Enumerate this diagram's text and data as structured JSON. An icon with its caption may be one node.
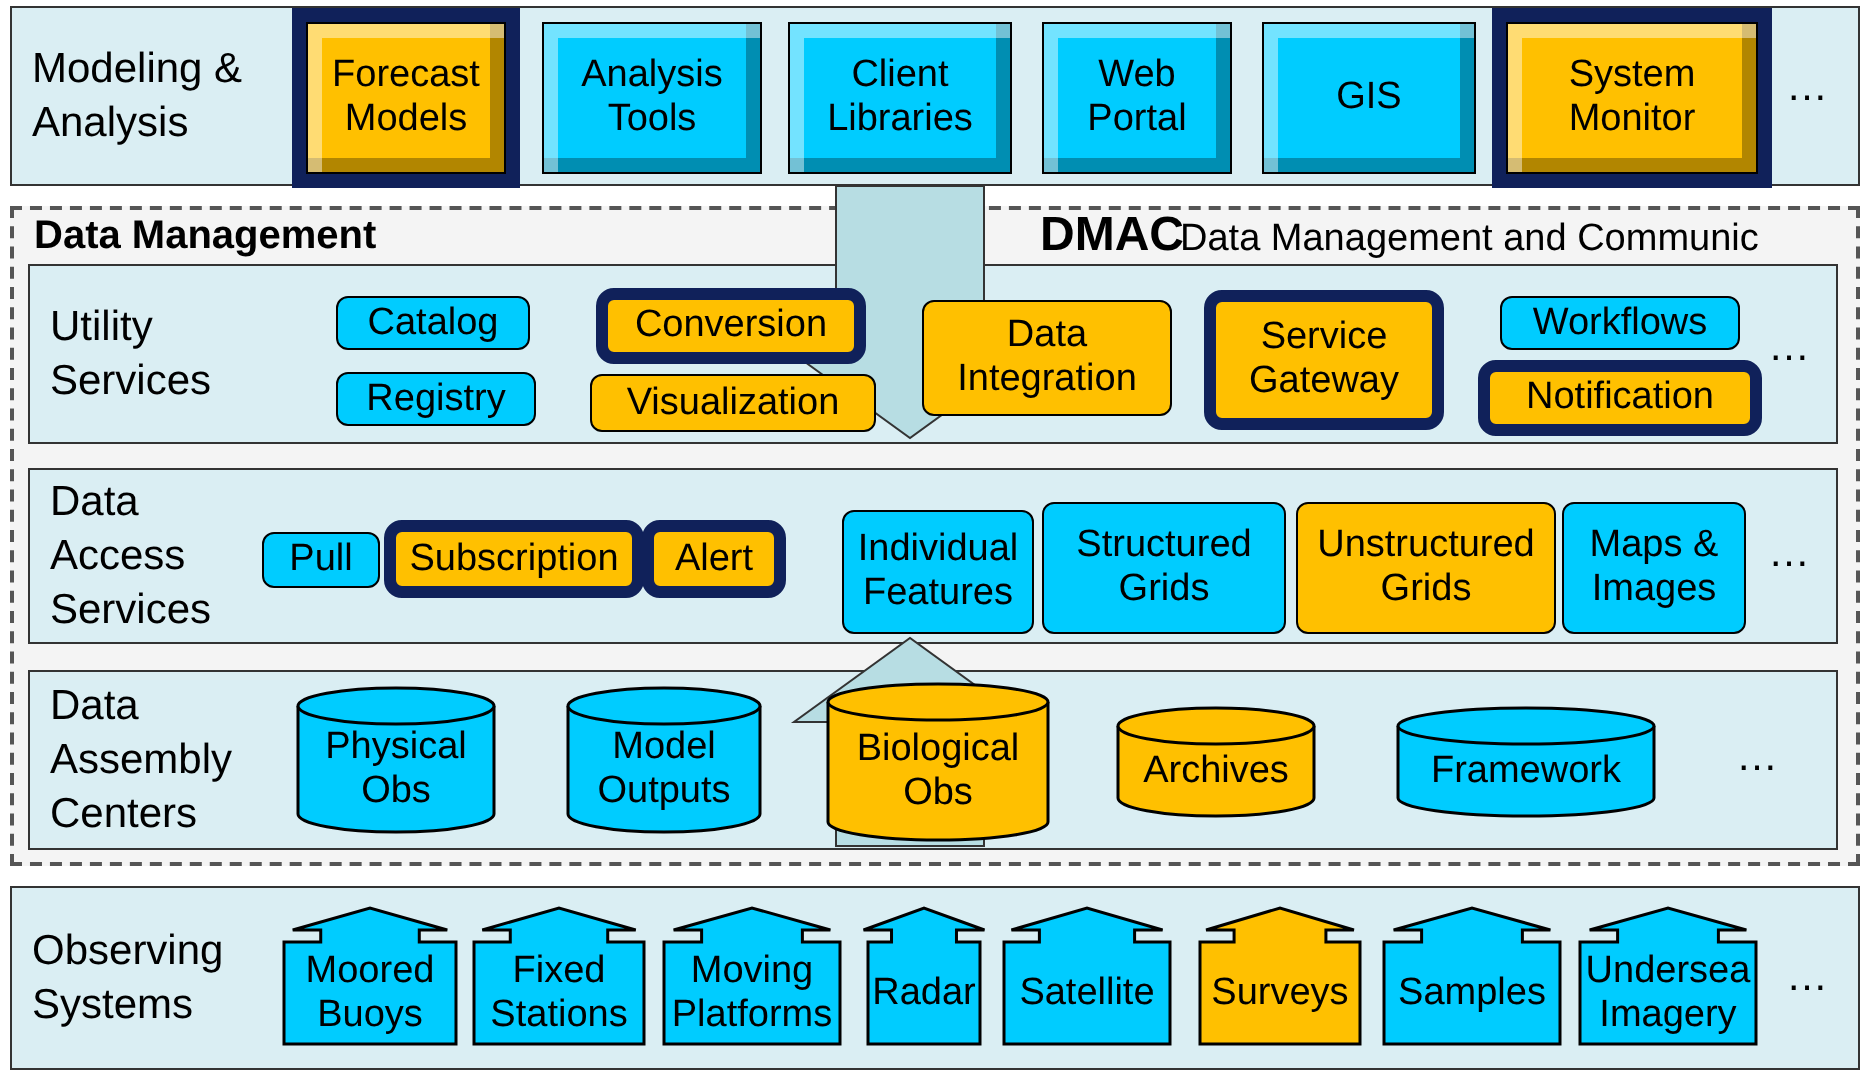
{
  "diagram": {
    "nodes": [
      {
        "text": [
          "Modeling & Analysis"
        ]
      },
      {
        "text": [
          "Forecast Models"
        ],
        "in": 0
      },
      {
        "text": [
          "Analysis Tools"
        ],
        "in": 0
      },
      {
        "text": [
          "Client Libraries"
        ],
        "in": 0
      },
      {
        "text": [
          "Web Portal"
        ],
        "in": 0
      },
      {
        "text": [
          "GIS"
        ],
        "in": 0
      },
      {
        "text": [
          "System Monitor"
        ],
        "in": 0
      },
      {
        "text": [
          "Data Management"
        ]
      },
      {
        "text": [
          "Utility Services"
        ],
        "in": 7
      },
      {
        "text": [
          "Catalog"
        ],
        "in": 8
      },
      {
        "text": [
          "Conversion"
        ],
        "in": 8
      },
      {
        "text": [
          "Registry"
        ],
        "in": 8
      },
      {
        "text": [
          "Visualization"
        ],
        "in": 8
      },
      {
        "text": [
          "Data Integration"
        ],
        "in": 8
      },
      {
        "text": [
          "Service Gateway"
        ],
        "in": 8
      },
      {
        "text": [
          "Workflows"
        ],
        "in": 8
      },
      {
        "text": [
          "Notification"
        ],
        "in": 8
      },
      {
        "text": [
          "Data Access Services"
        ],
        "in": 7
      },
      {
        "text": [
          "Pull"
        ],
        "in": 17
      },
      {
        "text": [
          "Subscription"
        ],
        "in": 17
      },
      {
        "text": [
          "Alert"
        ],
        "in": 17
      },
      {
        "text": [
          "Individual Features"
        ],
        "in": 17
      },
      {
        "text": [
          "Structured Grids"
        ],
        "in": 17
      },
      {
        "text": [
          "Unstructured Grids"
        ],
        "in": 17
      },
      {
        "text": [
          "Maps & Images"
        ],
        "in": 17
      },
      {
        "text": [
          "Data Assembly Centers"
        ],
        "in": 7
      },
      {
        "text": [
          "Physical Obs"
        ],
        "in": 25
      },
      {
        "text": [
          "Model Outputs"
        ],
        "in": 25
      },
      {
        "text": [
          "Biological Obs"
        ],
        "in": 25
      },
      {
        "text": [
          "Archives"
        ],
        "in": 25
      },
      {
        "text": [
          "Framework"
        ],
        "in": 25
      },
      {
        "text": [
          "Observing Systems"
        ]
      },
      {
        "text": [
          "Moored Buoys"
        ],
        "in": 31
      },
      {
        "text": [
          "Fixed Stations"
        ],
        "in": 31
      },
      {
        "text": [
          "Moving Platforms"
        ],
        "in": 31
      },
      {
        "text": [
          "Radar"
        ],
        "in": 31
      },
      {
        "text": [
          "Satellite"
        ],
        "in": 31
      },
      {
        "text": [
          "Surveys"
        ],
        "in": 31
      },
      {
        "text": [
          "Samples"
        ],
        "in": 31
      },
      {
        "text": [
          "Undersea Imagery"
        ],
        "in": 31
      }
    ],
    "edges": [
      {
        "from": 0,
        "to": 8,
        "arrow": "to"
      },
      {
        "from": 25,
        "to": 17,
        "arrow": "to"
      }
    ],
    "labels": [
      "…",
      "…",
      "…",
      "…",
      "…",
      "DMAC",
      "Data Management and Communic"
    ]
  }
}
